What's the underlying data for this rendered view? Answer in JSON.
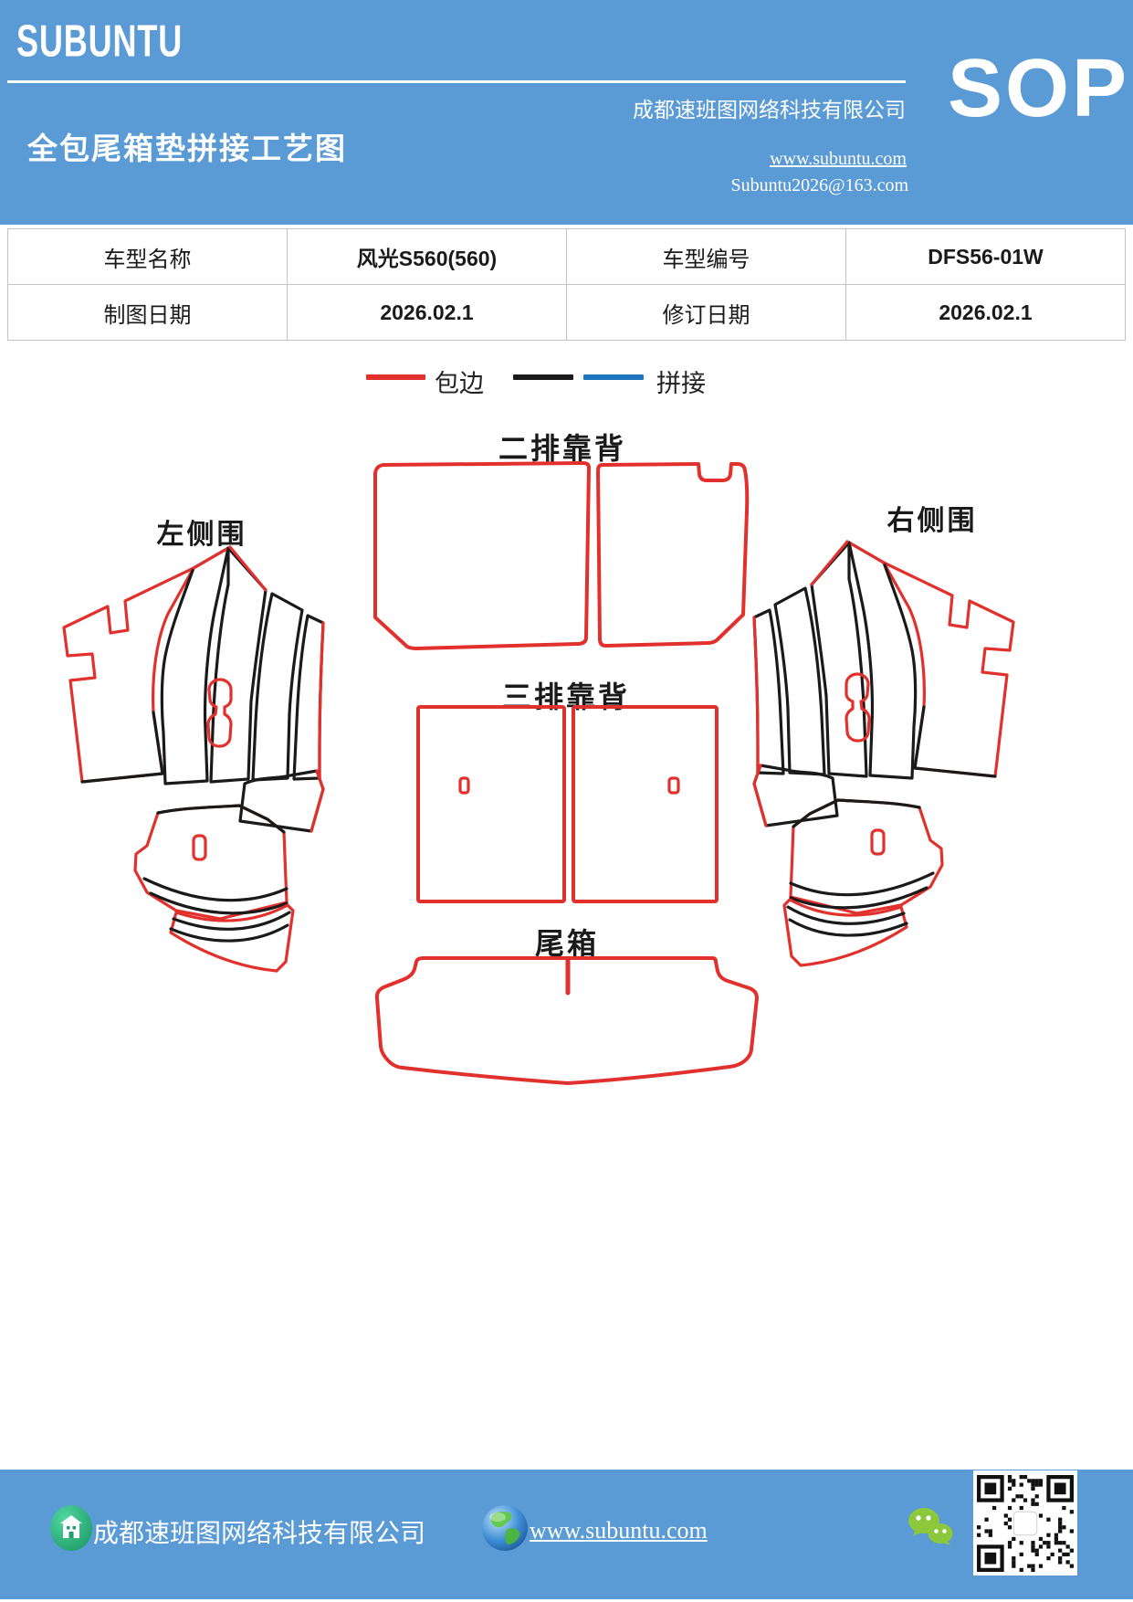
{
  "header": {
    "logo": "SUBUNTU",
    "company": "成都速班图网络科技有限公司",
    "title": "全包尾箱垫拼接工艺图",
    "website": "www.subuntu.com",
    "email": "Subuntu2026@163.com",
    "sop": "SOP",
    "bg_color": "#5b9bd5"
  },
  "info_table": {
    "rows": [
      {
        "cells": [
          "车型名称",
          "风光S560(560)",
          "车型编号",
          "DFS56-01W"
        ]
      },
      {
        "cells": [
          "制图日期",
          "2026.02.1",
          "修订日期",
          "2026.02.1"
        ]
      }
    ]
  },
  "legend": {
    "edge_label": "包边",
    "splice_label": "拼接",
    "edge_color": "#e2312d",
    "splice_black_color": "#1a1a1a",
    "splice_blue_color": "#1c75bc"
  },
  "diagram": {
    "second_row_label": "二排靠背",
    "left_side_label": "左侧围",
    "right_side_label": "右侧围",
    "third_row_label": "三排靠背",
    "trunk_label": "尾箱"
  },
  "footer": {
    "company": "成都速班图网络科技有限公司",
    "website": "www.subuntu.com",
    "bg_color": "#5b9bd5"
  }
}
